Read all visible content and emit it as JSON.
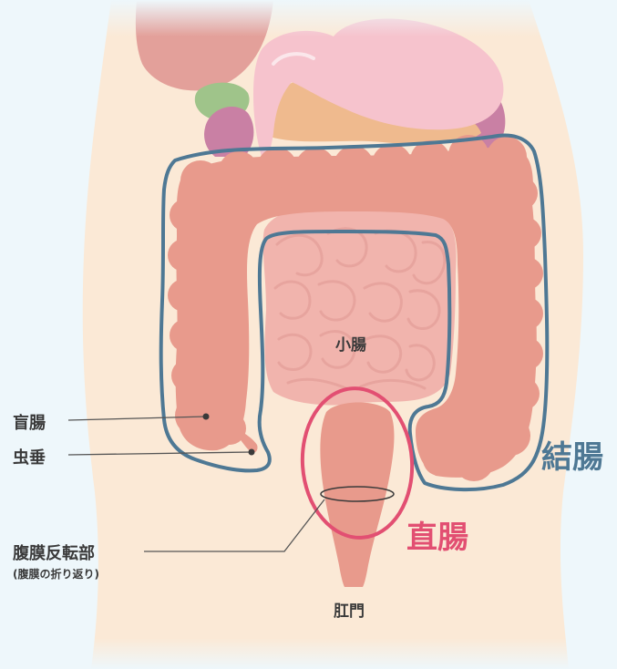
{
  "labels": {
    "small_intestine": "小腸",
    "cecum": "盲腸",
    "appendix": "虫垂",
    "peritoneal_reflection": "腹膜反転部",
    "peritoneal_reflection_note": "(腹膜の折り返り)",
    "colon": "結腸",
    "rectum": "直腸",
    "anus": "肛門"
  },
  "colors": {
    "background": "#eef7fb",
    "skin": "#fbe9d6",
    "large_intestine": "#e89a8c",
    "small_intestine": "#f1b4ad",
    "colon_outline": "#4e7894",
    "rectum_outline": "#e24f72",
    "stomach": "#f6c3cd",
    "pancreas": "#efba8e",
    "gallbladder": "#9fc48a",
    "kidney": "#c980a4",
    "liver": "#e3a09a",
    "label_text": "#3a3a3a",
    "leader_line": "#555555"
  }
}
